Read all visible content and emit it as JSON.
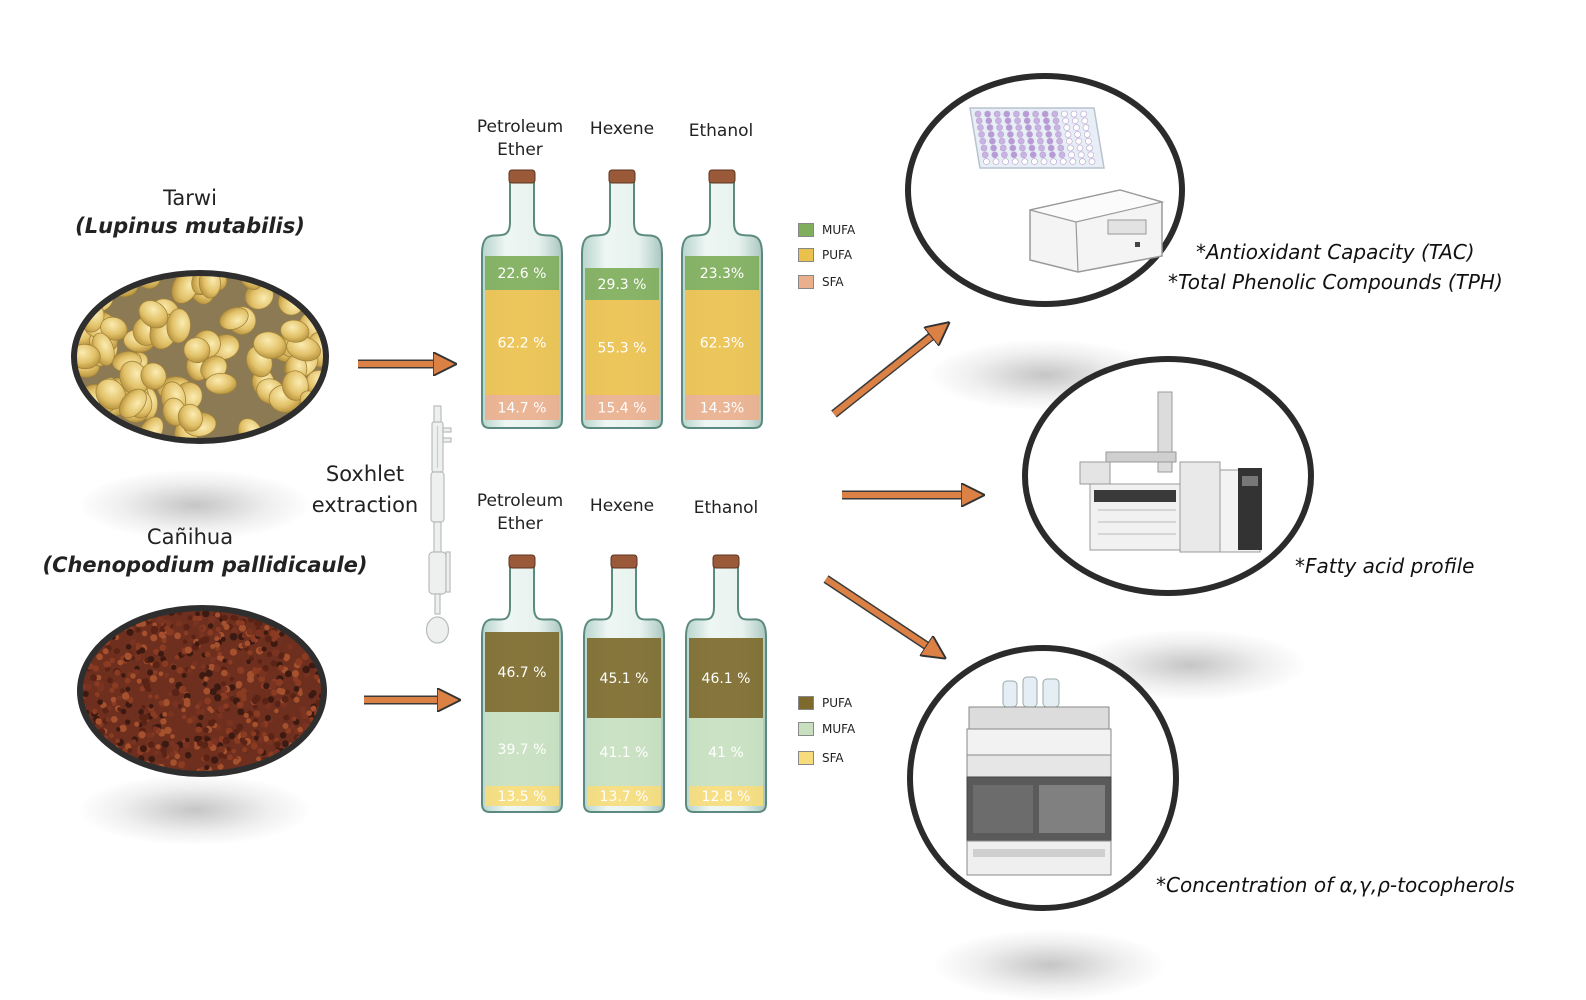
{
  "sources": [
    {
      "name": "Tarwi",
      "scientific": "(Lupinus mutabilis)"
    },
    {
      "name": "Cañihua",
      "scientific": "(Chenopodium pallidicaule)"
    }
  ],
  "process": {
    "line1": "Soxhlet",
    "line2": "extraction"
  },
  "solvents": {
    "top": [
      {
        "line1": "Petroleum",
        "line2": "Ether"
      },
      {
        "line1": "Hexene",
        "line2": ""
      },
      {
        "line1": "Ethanol",
        "line2": ""
      }
    ],
    "bottom": [
      {
        "line1": "Petroleum",
        "line2": "Ether"
      },
      {
        "line1": "Hexene",
        "line2": ""
      },
      {
        "line1": "Ethanol",
        "line2": ""
      }
    ]
  },
  "legend_top": [
    {
      "label": "MUFA",
      "color": "#7fae5c"
    },
    {
      "label": "PUFA",
      "color": "#ebc14e"
    },
    {
      "label": "SFA",
      "color": "#eab08e"
    }
  ],
  "legend_bottom": [
    {
      "label": "PUFA",
      "color": "#7d6a2c"
    },
    {
      "label": "MUFA",
      "color": "#c8dfc0"
    },
    {
      "label": "SFA",
      "color": "#f6dc7c"
    }
  ],
  "bottles_top": [
    {
      "mufa": "22.6 %",
      "pufa": "62.2 %",
      "sfa": "14.7 %"
    },
    {
      "mufa": "29.3 %",
      "pufa": "55.3 %",
      "sfa": "15.4 %"
    },
    {
      "mufa": "23.3%",
      "pufa": "62.3%",
      "sfa": "14.3%"
    }
  ],
  "bottles_bottom": [
    {
      "pufa": "46.7 %",
      "mufa": "39.7 %",
      "sfa": "13.5 %"
    },
    {
      "pufa": "45.1 %",
      "mufa": "41.1 %",
      "sfa": "13.7 %"
    },
    {
      "pufa": "46.1 %",
      "mufa": "41 %",
      "sfa": "12.8 %"
    }
  ],
  "analyses": {
    "tac": "*Antioxidant Capacity (TAC)",
    "tph": "*Total Phenolic Compounds (TPH)",
    "fatty": "*Fatty acid profile",
    "toco": "*Concentration of α,γ,ρ-tocopherols"
  },
  "colors": {
    "arrow": "#dc8146",
    "ring": "#2b2b2b"
  }
}
